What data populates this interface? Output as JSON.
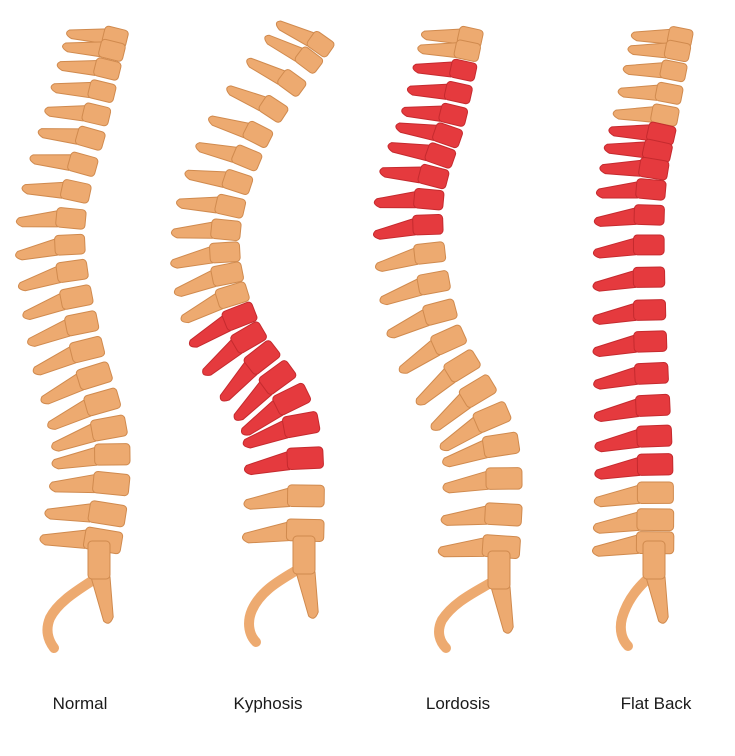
{
  "colors": {
    "healthy": "#EDAA70",
    "healthy_edge": "#D08A4E",
    "affected": "#E53A3E",
    "affected_edge": "#C52A2E",
    "background": "#FFFFFF",
    "text": "#1A1A1A"
  },
  "spines": [
    {
      "label": "Normal",
      "affected_region": "none"
    },
    {
      "label": "Kyphosis",
      "affected_region": "lower"
    },
    {
      "label": "Lordosis",
      "affected_region": "upper"
    },
    {
      "label": "Flat Back",
      "affected_region": "middle-lower"
    }
  ]
}
